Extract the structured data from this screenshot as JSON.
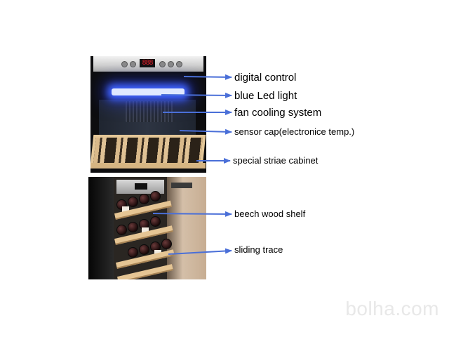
{
  "labels": {
    "digital_control": "digital control",
    "blue_led_light": "blue Led light",
    "fan_cooling_system": "fan cooling system",
    "sensor_cap": "sensor cap(electronice temp.)",
    "special_striae_cabinet": "special striae cabinet",
    "beech_wood_shelf": "beech wood shelf",
    "sliding_trace": "sliding trace"
  },
  "control_panel_display": "888",
  "watermark": "bolha.com",
  "colors": {
    "arrow": "#4a6fd8",
    "led_glow": "#3f63ff",
    "wood": "#e4c798",
    "display_digits": "#e01e2a"
  }
}
